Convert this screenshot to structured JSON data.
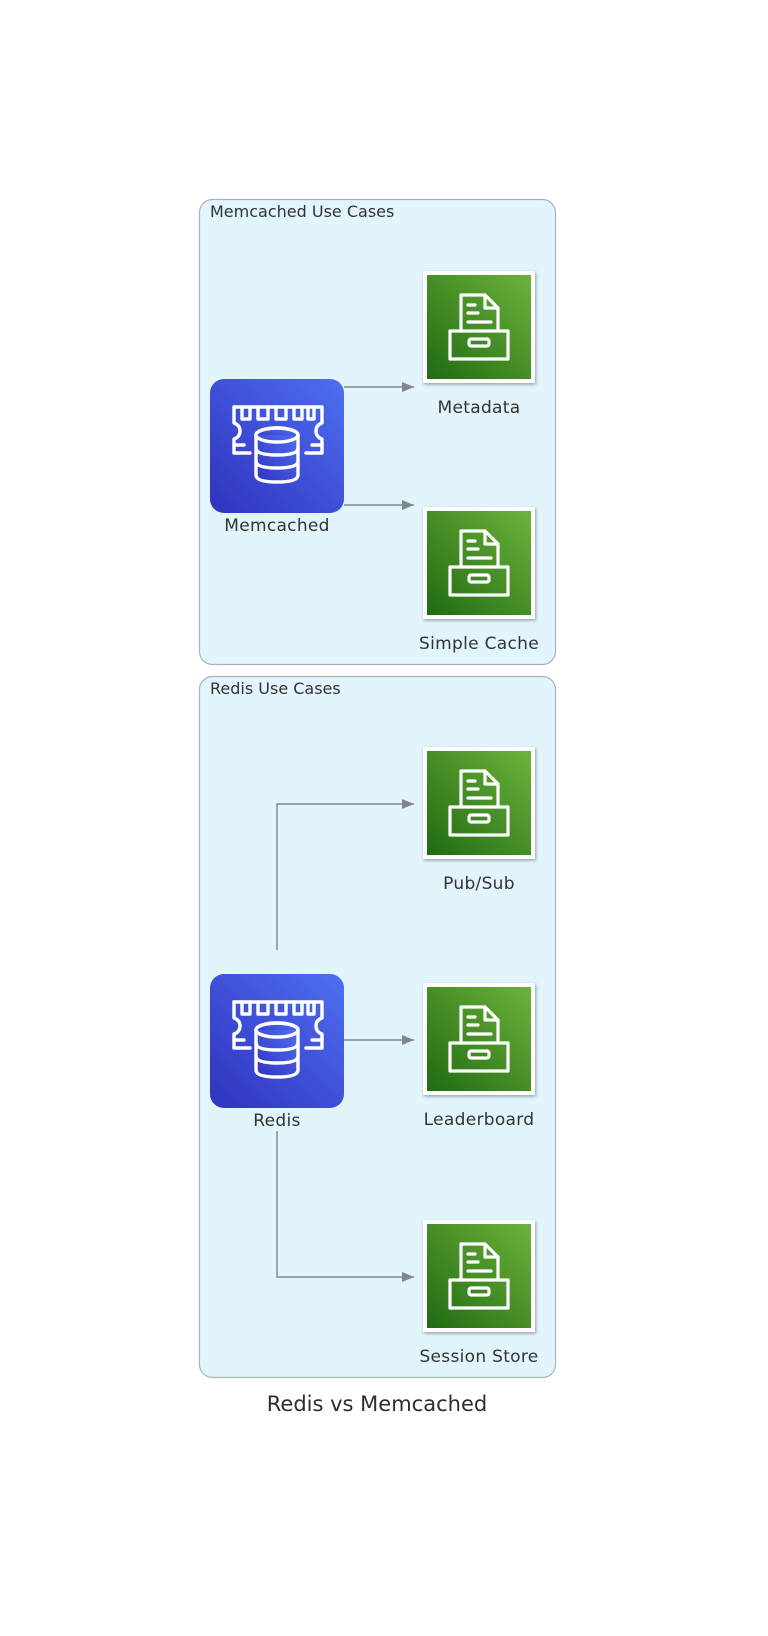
{
  "title": "Redis vs Memcached",
  "colors": {
    "cluster_fill": "#e2f4fc",
    "cluster_stroke": "#a9b3bb",
    "db_gradient_start": "#4e6ff1",
    "db_gradient_end": "#3032be",
    "doc_gradient_start": "#6db23b",
    "doc_gradient_end": "#1f6b12",
    "edge": "#7f868c"
  },
  "clusters": {
    "memcached": {
      "label": "Memcached Use Cases",
      "engine": {
        "label": "Memcached",
        "icon": "elasticache-memory-icon"
      },
      "targets": [
        {
          "label": "Metadata",
          "icon": "document-archive-icon"
        },
        {
          "label": "Simple Cache",
          "icon": "document-archive-icon"
        }
      ]
    },
    "redis": {
      "label": "Redis Use Cases",
      "engine": {
        "label": "Redis",
        "icon": "elasticache-memory-icon"
      },
      "targets": [
        {
          "label": "Pub/Sub",
          "icon": "document-archive-icon"
        },
        {
          "label": "Leaderboard",
          "icon": "document-archive-icon"
        },
        {
          "label": "Session Store",
          "icon": "document-archive-icon"
        }
      ]
    }
  },
  "edges": [
    {
      "from": "Memcached",
      "to": "Metadata"
    },
    {
      "from": "Memcached",
      "to": "Simple Cache"
    },
    {
      "from": "Redis",
      "to": "Pub/Sub"
    },
    {
      "from": "Redis",
      "to": "Leaderboard"
    },
    {
      "from": "Redis",
      "to": "Session Store"
    }
  ]
}
